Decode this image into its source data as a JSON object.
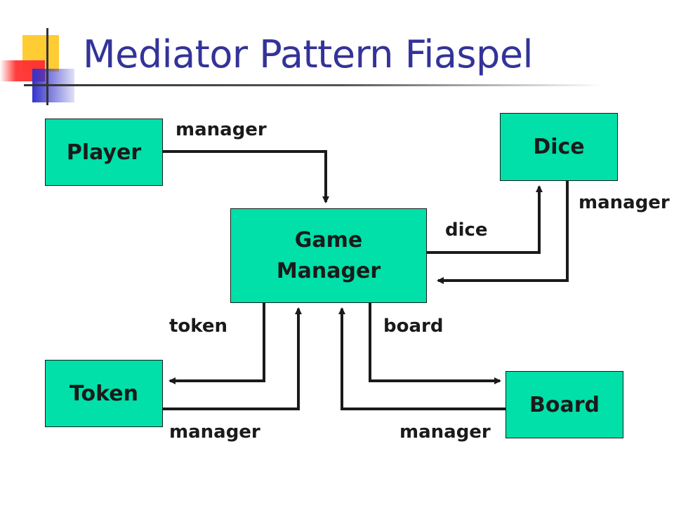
{
  "slide": {
    "title": "Mediator Pattern Fiaspel"
  },
  "nodes": {
    "player": "Player",
    "dice": "Dice",
    "game_manager_line1": "Game",
    "game_manager_line2": "Manager",
    "token": "Token",
    "board": "Board"
  },
  "edge_labels": {
    "player_manager": "manager",
    "dice_manager": "manager",
    "dice": "dice",
    "token": "token",
    "board": "board",
    "token_manager": "manager",
    "board_manager": "manager"
  },
  "colors": {
    "title": "#333399",
    "box_fill": "#00e0a8",
    "ink": "#1a1a1a",
    "logo_yellow": "#ffcc33",
    "logo_red": "#ff3333",
    "logo_blue": "#3333cc"
  }
}
